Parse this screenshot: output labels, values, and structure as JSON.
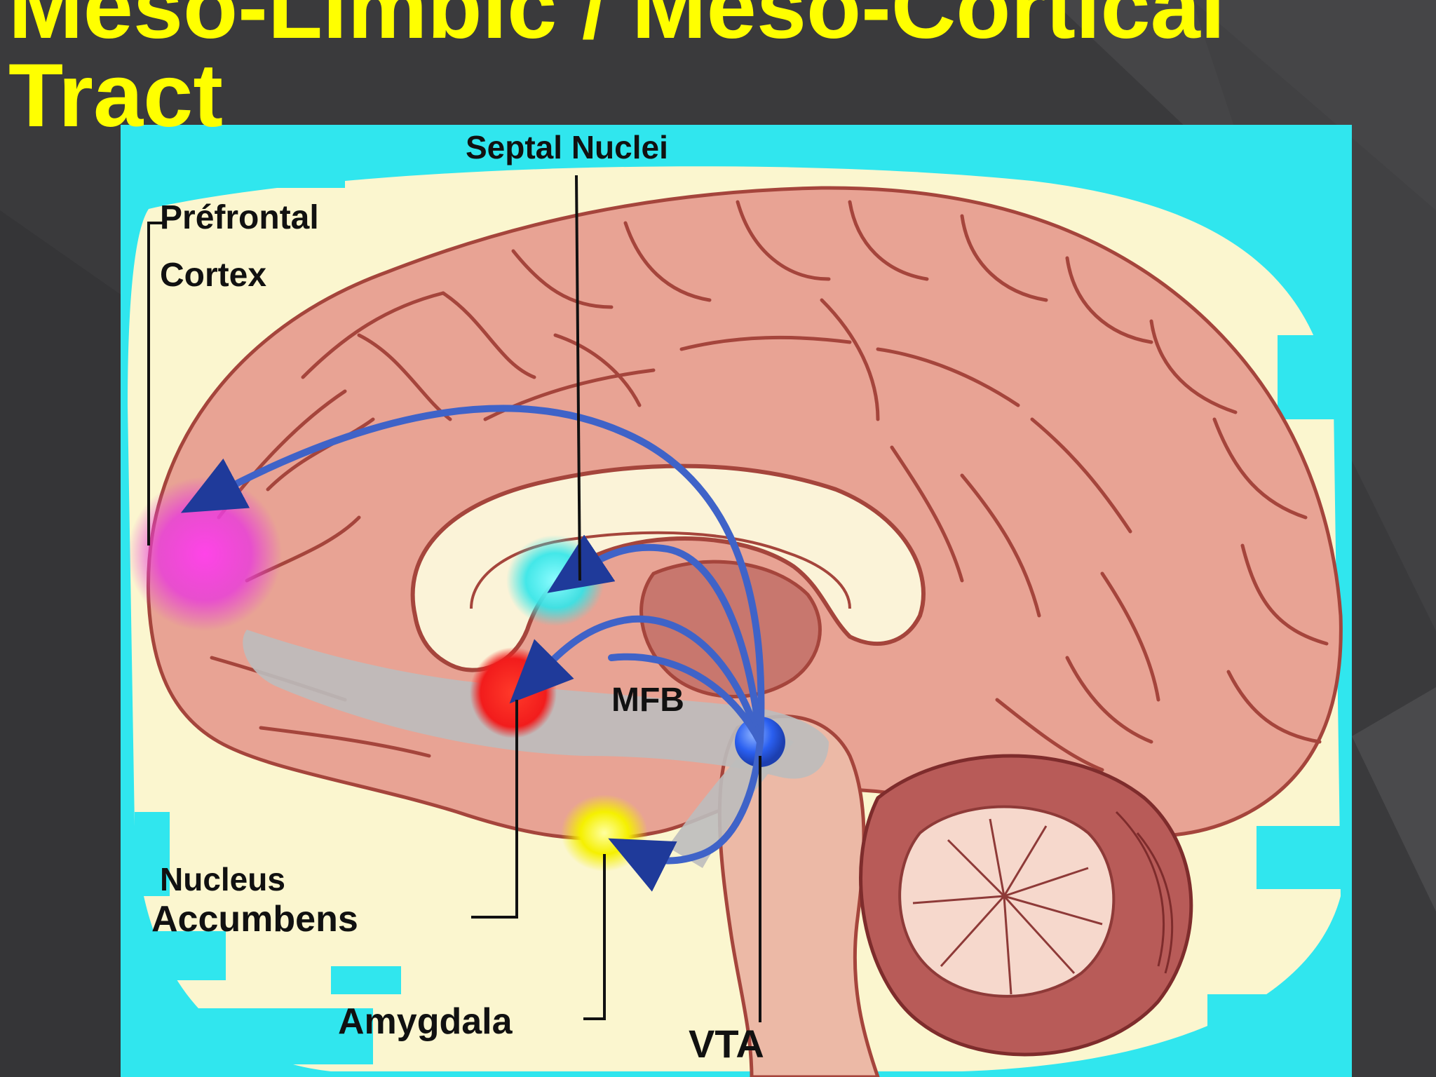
{
  "slide": {
    "title": "Meso-Limbic / Meso-Cortical Tract"
  },
  "diagram": {
    "labels": {
      "septal_nuclei": "Septal Nuclei",
      "prefrontal_line1": "Préfrontal",
      "prefrontal_line2": "Cortex",
      "mfb": "MFB",
      "nucleus_line1": "Nucleus",
      "nucleus_line2": "Accumbens",
      "amygdala": "Amygdala",
      "vta": "VTA"
    }
  },
  "colors": {
    "title": "#ffff00",
    "slide_bg": "#3a3a3c",
    "figure_bg": "#30e6ee",
    "pathway_arrow": "#3f63c8",
    "prefrontal_region": "#e83fd8",
    "septal_region": "#2fe6ea",
    "nucleus_accumbens_region": "#f21c1c",
    "amygdala_region": "#f5f000",
    "vta_region": "#2a5ff0"
  }
}
